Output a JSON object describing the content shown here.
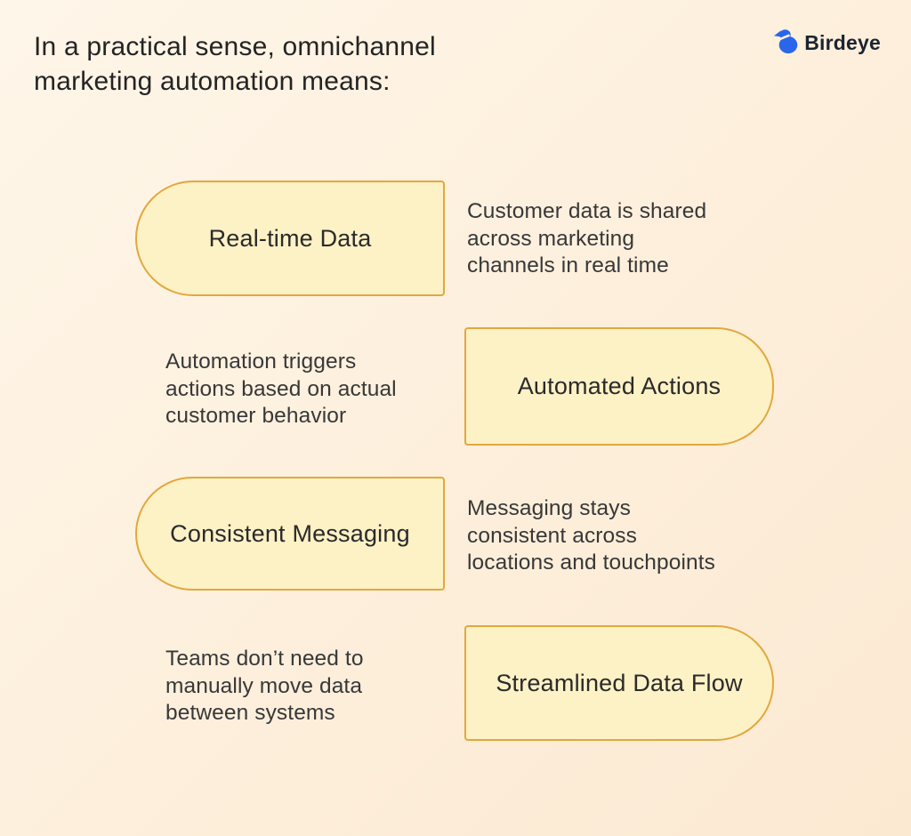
{
  "header": {
    "title_line1": "In a practical sense, omnichannel",
    "title_line2": "marketing automation means:",
    "brand": "Birdeye"
  },
  "colors": {
    "background_top": "#FEF6E9",
    "background_bottom": "#FCE9D2",
    "pill_fill": "#FDF1C6",
    "pill_border": "#E1A83D",
    "title_text": "#242424",
    "body_text": "#383838",
    "brand_blue": "#2A66EC",
    "brand_text": "#1B2430"
  },
  "icons": {
    "brand_icon": "bird-icon"
  },
  "rows": [
    {
      "label": "Real-time Data",
      "pill_side": "left",
      "desc_lines": [
        "Customer data is shared",
        "across marketing",
        "channels in real time"
      ]
    },
    {
      "label": "Automated Actions",
      "pill_side": "right",
      "desc_lines": [
        "Automation triggers",
        "actions based on actual",
        "customer behavior"
      ]
    },
    {
      "label": "Consistent Messaging",
      "pill_side": "left",
      "desc_lines": [
        "Messaging stays",
        "consistent across",
        "locations and touchpoints"
      ]
    },
    {
      "label": "Streamlined Data Flow",
      "pill_side": "right",
      "desc_lines": [
        "Teams don’t need to",
        "manually move data",
        "between systems"
      ]
    }
  ]
}
